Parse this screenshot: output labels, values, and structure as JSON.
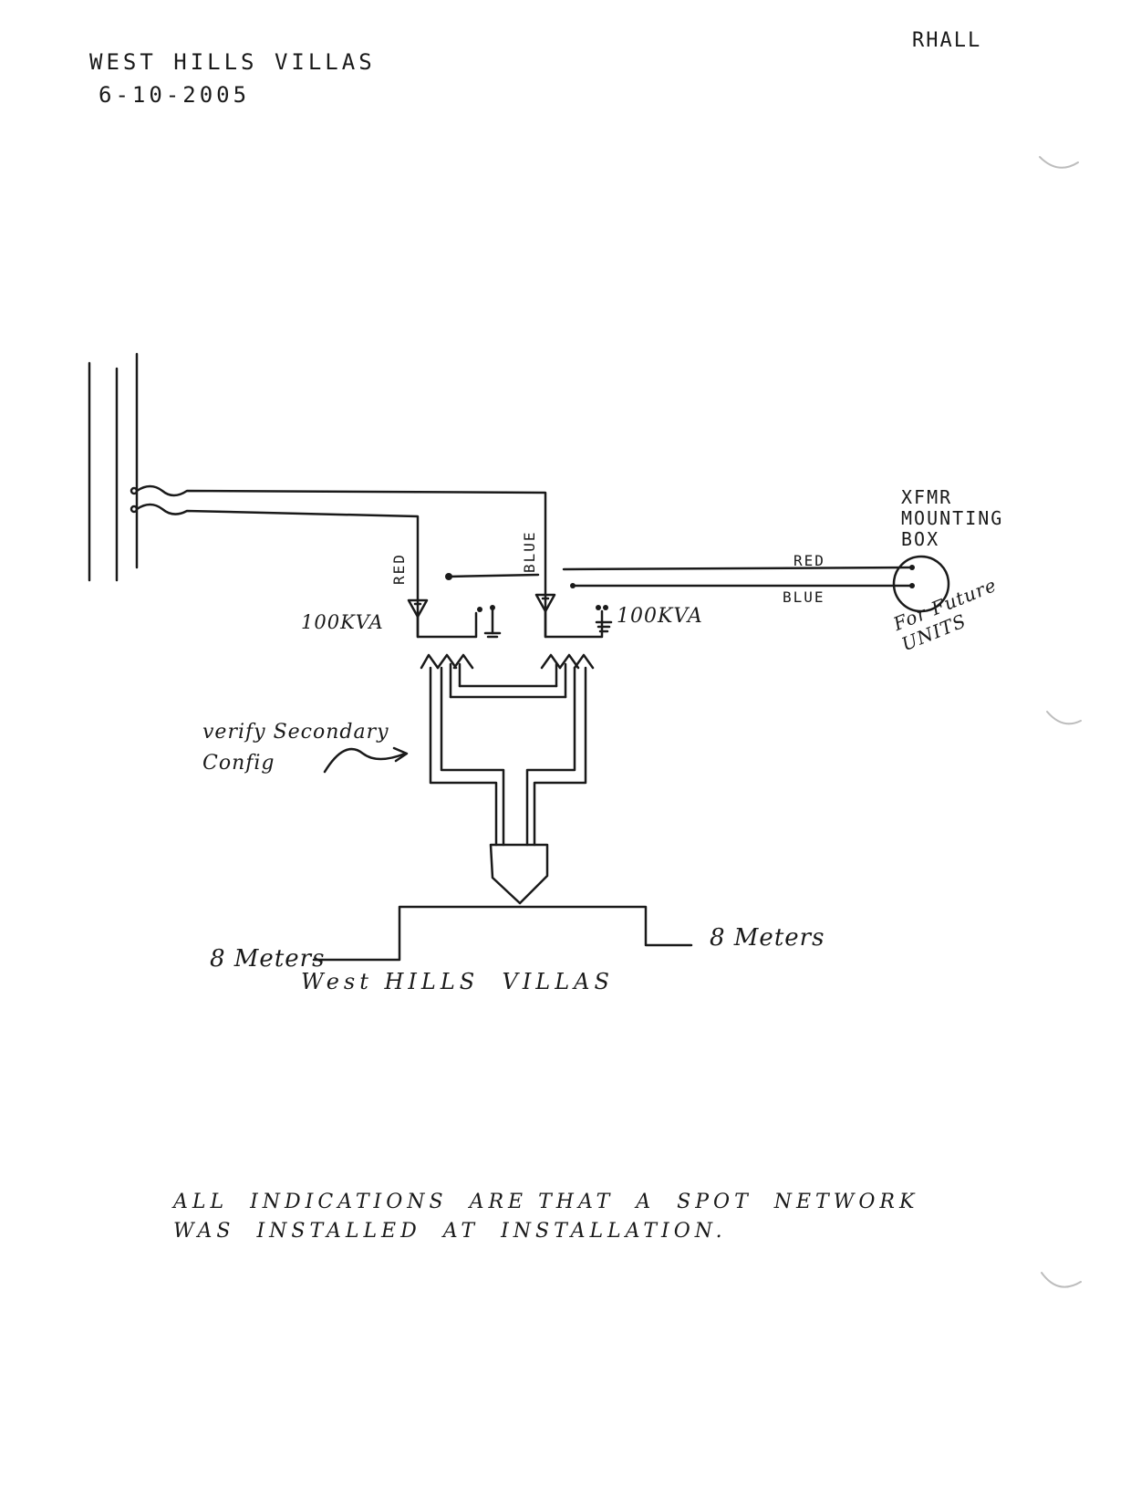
{
  "header": {
    "title": "WEST HILLS VILLAS",
    "date": "6-10-2005",
    "author": "RHALL"
  },
  "labels": {
    "wire_red_vertical": "RED",
    "wire_blue_vertical": "BLUE",
    "kva_left": "100KVA",
    "kva_right": "100KVA",
    "wire_red_right": "RED",
    "wire_blue_right": "BLUE",
    "xfmr_box": "XFMR\nMOUNTING\nBOX",
    "future_units": "For Future\nUNITS",
    "verify_secondary": "verify Secondary\nConfig",
    "meters_left": "8 Meters",
    "meters_right": "8 Meters",
    "bottom_label": "West HILLS  VILLAS"
  },
  "note": {
    "line1": "ALL  INDICATIONS  ARE THAT  A  SPOT  NETWORK",
    "line2": "WAS  INSTALLED  AT  INSTALLATION."
  },
  "colors": {
    "ink": "#1a1a1a",
    "paper": "#ffffff"
  }
}
